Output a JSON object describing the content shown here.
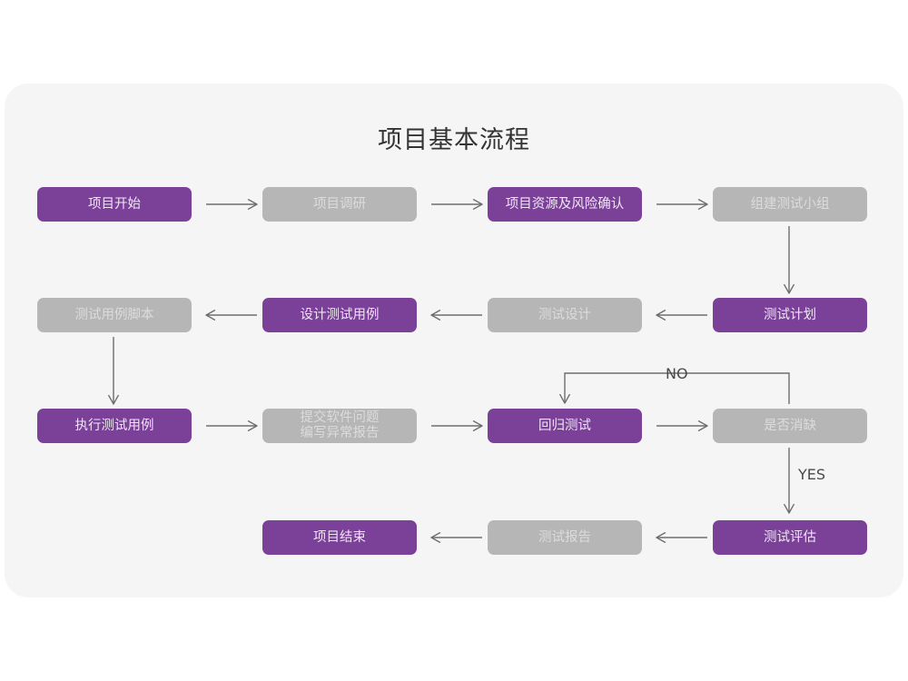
{
  "diagram": {
    "title": "项目基本流程",
    "colors": {
      "purple": "#7b4198",
      "gray": "#b6b6b6",
      "card_background": "#f5f5f5",
      "page_background": "#ffffff",
      "arrow": "#6e6e6e",
      "title_text": "#333333"
    },
    "nodes": [
      {
        "id": "n1",
        "label": "项目开始",
        "style": "purple",
        "row": 1,
        "col": 1
      },
      {
        "id": "n2",
        "label": "项目调研",
        "style": "gray",
        "row": 1,
        "col": 2
      },
      {
        "id": "n3",
        "label": "项目资源及风险确认",
        "style": "purple",
        "row": 1,
        "col": 3
      },
      {
        "id": "n4",
        "label": "组建测试小组",
        "style": "gray",
        "row": 1,
        "col": 4
      },
      {
        "id": "n5",
        "label": "测试用例脚本",
        "style": "gray",
        "row": 2,
        "col": 1
      },
      {
        "id": "n6",
        "label": "设计测试用例",
        "style": "purple",
        "row": 2,
        "col": 2
      },
      {
        "id": "n7",
        "label": "测试设计",
        "style": "gray",
        "row": 2,
        "col": 3
      },
      {
        "id": "n8",
        "label": "测试计划",
        "style": "purple",
        "row": 2,
        "col": 4
      },
      {
        "id": "n9",
        "label": "执行测试用例",
        "style": "purple",
        "row": 3,
        "col": 1
      },
      {
        "id": "n10",
        "label": "提交软件问题\n编写异常报告",
        "style": "gray",
        "row": 3,
        "col": 2
      },
      {
        "id": "n11",
        "label": "回归测试",
        "style": "purple",
        "row": 3,
        "col": 3
      },
      {
        "id": "n12",
        "label": "是否消缺",
        "style": "gray",
        "row": 3,
        "col": 4
      },
      {
        "id": "n13",
        "label": "项目结束",
        "style": "purple",
        "row": 4,
        "col": 2
      },
      {
        "id": "n14",
        "label": "测试报告",
        "style": "gray",
        "row": 4,
        "col": 3
      },
      {
        "id": "n15",
        "label": "测试评估",
        "style": "purple",
        "row": 4,
        "col": 4
      }
    ],
    "edge_labels": {
      "no": "NO",
      "yes": "YES"
    }
  }
}
